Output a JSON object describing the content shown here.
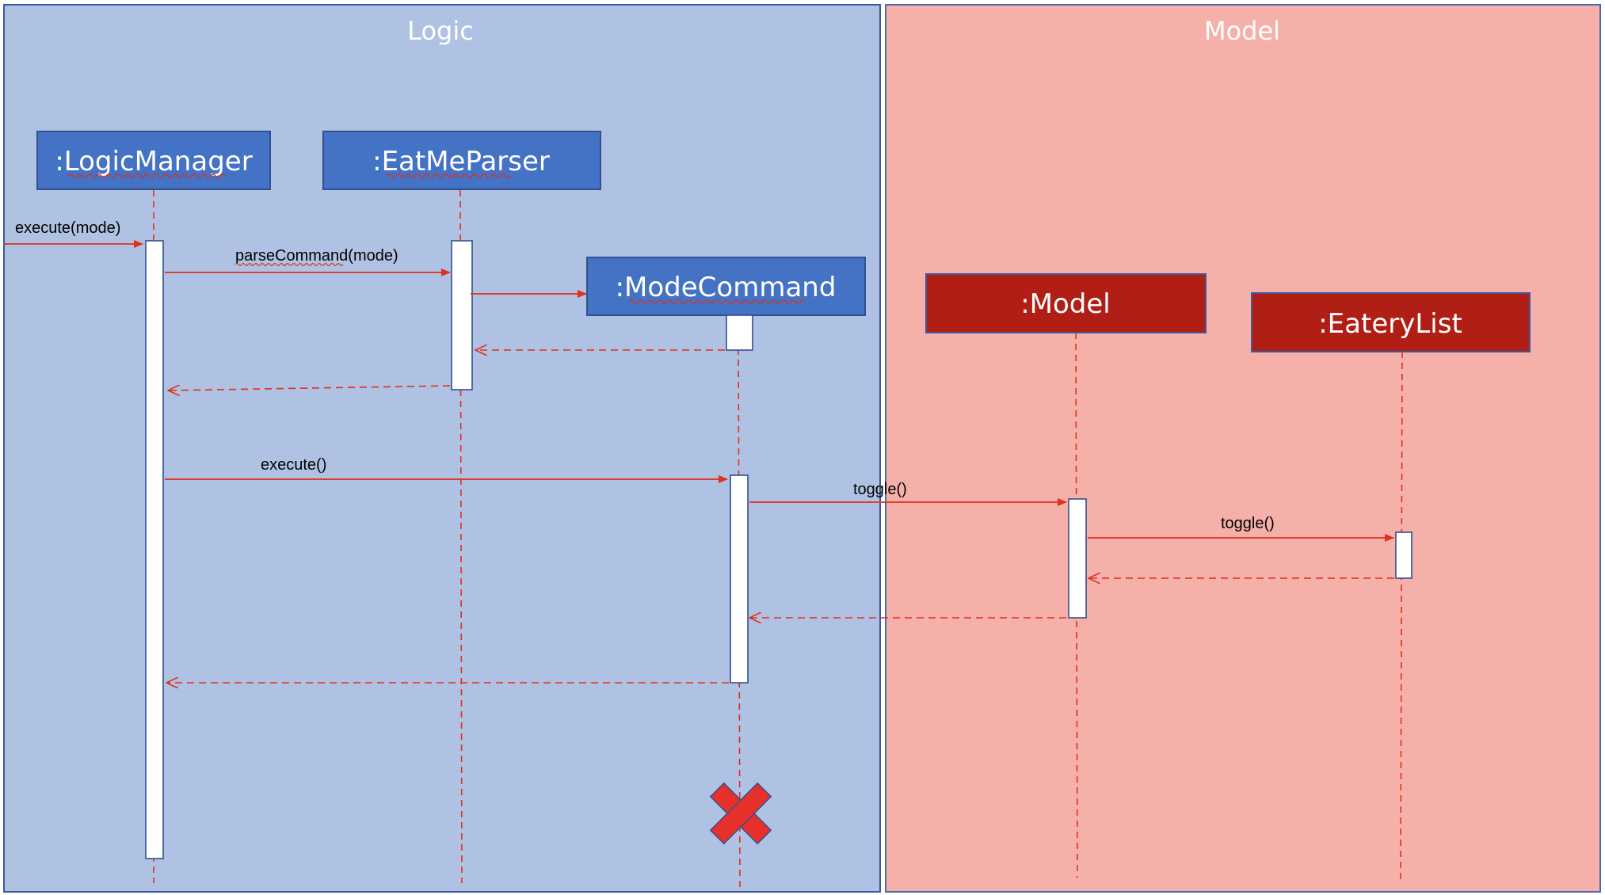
{
  "frames": {
    "logic": {
      "title": "Logic"
    },
    "model": {
      "title": "Model"
    }
  },
  "objects": {
    "logic_manager": {
      "label": ":LogicManager"
    },
    "eatme_parser": {
      "label": ":EatMeParser"
    },
    "mode_command": {
      "label": ":ModeCommand"
    },
    "model": {
      "label": ":Model"
    },
    "eatery_list": {
      "label": ":EateryList"
    }
  },
  "messages": {
    "execute_mode": {
      "label": "execute(mode)"
    },
    "parse_command": {
      "label": "parseCommand(mode)"
    },
    "execute": {
      "label": "execute()"
    },
    "toggle_model": {
      "label": "toggle()"
    },
    "toggle_list": {
      "label": "toggle()"
    }
  },
  "colors": {
    "logic_frame": "#b0c2e3",
    "logic_object": "#4472c4",
    "model_frame": "#f6b0aa",
    "model_object": "#b01e16",
    "message_line": "#e0301e",
    "destroy_mark": "#e8302a"
  }
}
